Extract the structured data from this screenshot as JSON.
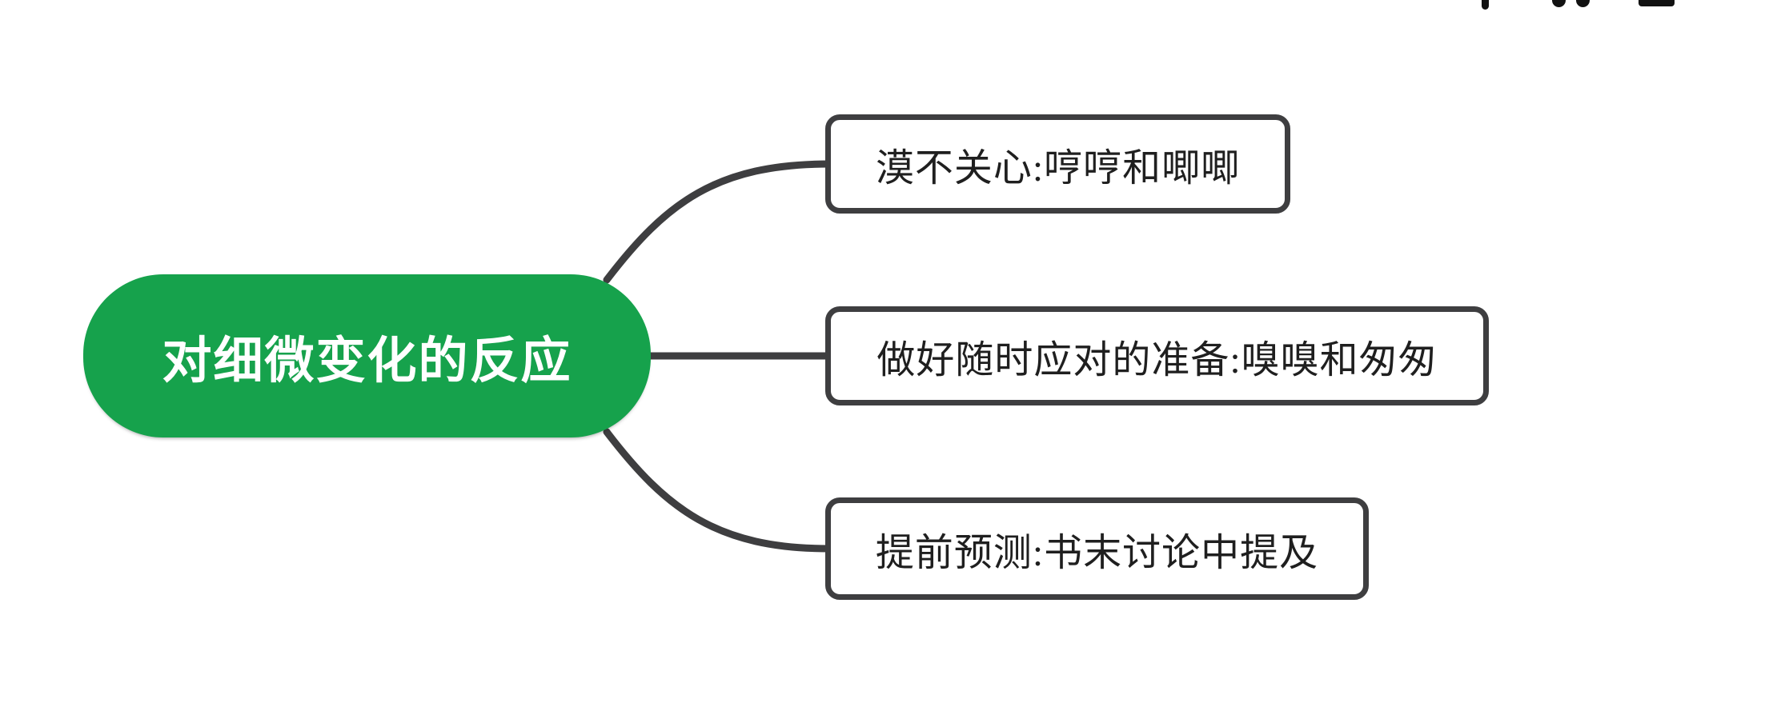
{
  "mindmap": {
    "root": {
      "label": "对细微变化的反应"
    },
    "children": [
      {
        "label": "漠不关心:哼哼和唧唧"
      },
      {
        "label": "做好随时应对的准备:嗅嗅和匆匆"
      },
      {
        "label": "提前预测:书末讨论中提及"
      }
    ],
    "colors": {
      "background": "#ffffff",
      "root_fill": "#16a24c",
      "root_text": "#ffffff",
      "branch_line": "#3e3e40",
      "child_border": "#3e3e40",
      "child_text": "#1f1f1f"
    }
  }
}
